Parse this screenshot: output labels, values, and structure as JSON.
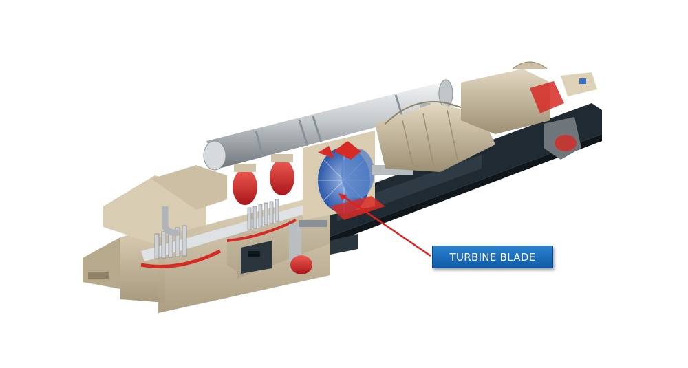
{
  "diagram": {
    "callout": {
      "label": "TURBINE BLADE",
      "box_color": "#1a6dbd",
      "pointer_color": "#e0201c"
    },
    "palette": {
      "casing": "#c9bb9f",
      "casing_shadow": "#9c8f73",
      "steel": "#cfd3d6",
      "steel_dark": "#8a9196",
      "baseplate": "#1f2a32",
      "accent_red": "#d62a24",
      "blade_blue": "#3d6fc0"
    },
    "icons": [
      "turbine-cutaway-illustration",
      "steam-pipe",
      "generator-housing",
      "valve-assembly"
    ]
  }
}
